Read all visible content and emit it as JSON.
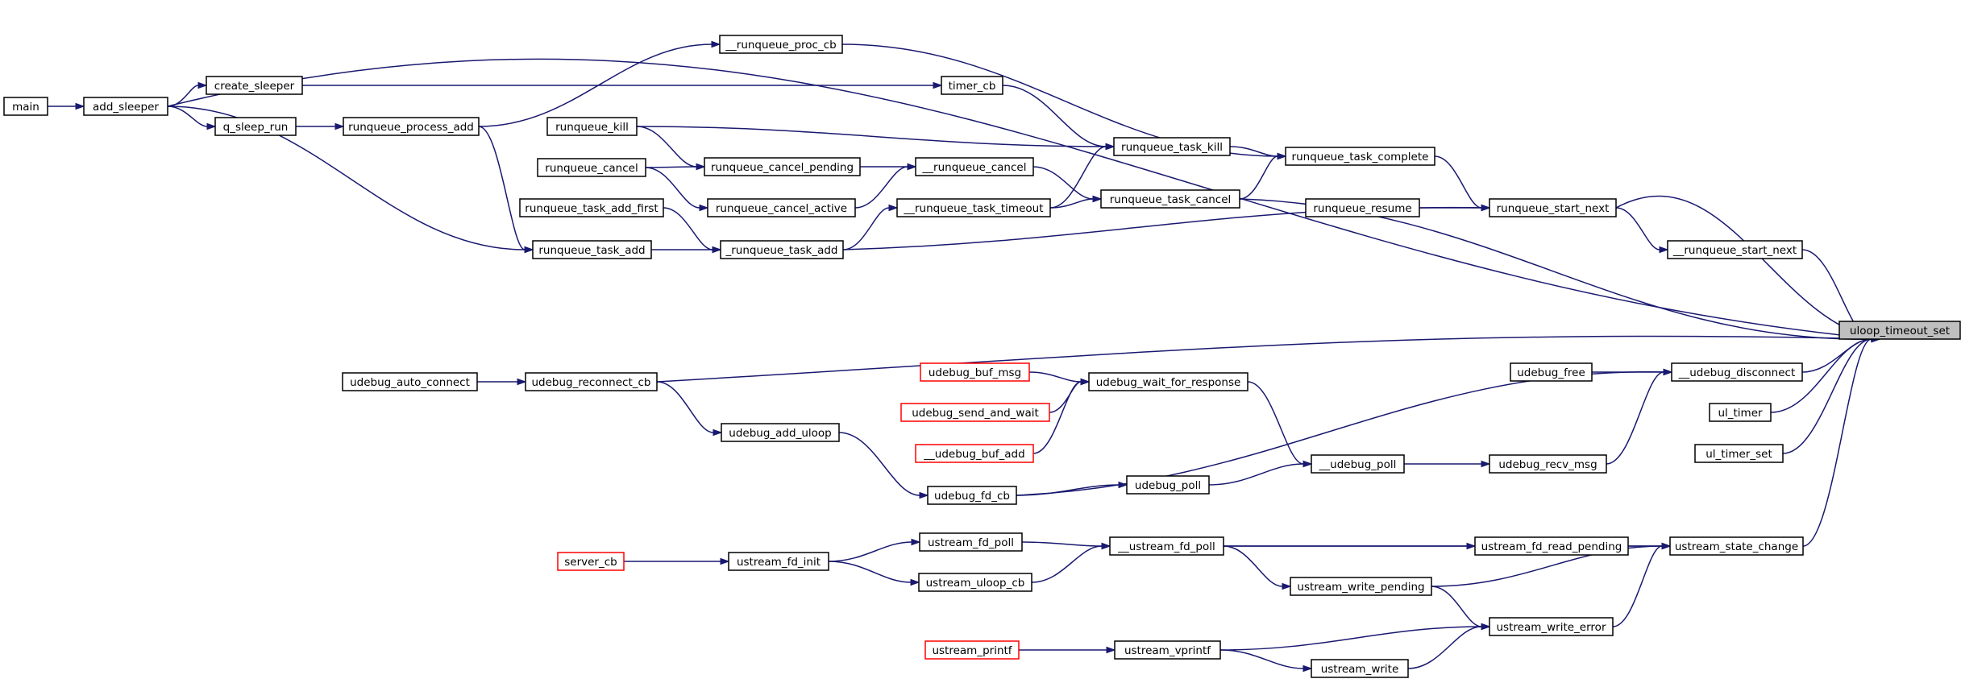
{
  "diagram": {
    "type": "call-graph",
    "target": "uloop_timeout_set",
    "colors": {
      "edge": "#191970",
      "node_border": "#000000",
      "node_truncated_border": "#ff0000",
      "target_fill": "#bfbfbf"
    },
    "nodes": [
      {
        "id": "main",
        "label": "main",
        "style": "normal"
      },
      {
        "id": "add_sleeper",
        "label": "add_sleeper",
        "style": "normal"
      },
      {
        "id": "create_sleeper",
        "label": "create_sleeper",
        "style": "normal"
      },
      {
        "id": "q_sleep_run",
        "label": "q_sleep_run",
        "style": "normal"
      },
      {
        "id": "runqueue_process_add",
        "label": "runqueue_process_add",
        "style": "normal"
      },
      {
        "id": "__runqueue_proc_cb",
        "label": "__runqueue_proc_cb",
        "style": "normal"
      },
      {
        "id": "runqueue_kill",
        "label": "runqueue_kill",
        "style": "normal"
      },
      {
        "id": "runqueue_cancel",
        "label": "runqueue_cancel",
        "style": "normal"
      },
      {
        "id": "runqueue_task_add_first",
        "label": "runqueue_task_add_first",
        "style": "normal"
      },
      {
        "id": "runqueue_task_add",
        "label": "runqueue_task_add",
        "style": "normal"
      },
      {
        "id": "runqueue_cancel_pending",
        "label": "runqueue_cancel_pending",
        "style": "normal"
      },
      {
        "id": "runqueue_cancel_active",
        "label": "runqueue_cancel_active",
        "style": "normal"
      },
      {
        "id": "_runqueue_task_add",
        "label": "_runqueue_task_add",
        "style": "normal"
      },
      {
        "id": "timer_cb",
        "label": "timer_cb",
        "style": "normal"
      },
      {
        "id": "__runqueue_cancel",
        "label": "__runqueue_cancel",
        "style": "normal"
      },
      {
        "id": "__runqueue_task_timeout",
        "label": "__runqueue_task_timeout",
        "style": "normal"
      },
      {
        "id": "runqueue_task_kill",
        "label": "runqueue_task_kill",
        "style": "normal"
      },
      {
        "id": "runqueue_task_cancel",
        "label": "runqueue_task_cancel",
        "style": "normal"
      },
      {
        "id": "runqueue_task_complete",
        "label": "runqueue_task_complete",
        "style": "normal"
      },
      {
        "id": "runqueue_resume",
        "label": "runqueue_resume",
        "style": "normal"
      },
      {
        "id": "runqueue_start_next",
        "label": "runqueue_start_next",
        "style": "normal"
      },
      {
        "id": "__runqueue_start_next",
        "label": "__runqueue_start_next",
        "style": "normal"
      },
      {
        "id": "uloop_timeout_set",
        "label": "uloop_timeout_set",
        "style": "target"
      },
      {
        "id": "udebug_auto_connect",
        "label": "udebug_auto_connect",
        "style": "normal"
      },
      {
        "id": "udebug_reconnect_cb",
        "label": "udebug_reconnect_cb",
        "style": "normal"
      },
      {
        "id": "udebug_buf_msg",
        "label": "udebug_buf_msg",
        "style": "red"
      },
      {
        "id": "udebug_send_and_wait",
        "label": "udebug_send_and_wait",
        "style": "red"
      },
      {
        "id": "__udebug_buf_add",
        "label": "__udebug_buf_add",
        "style": "red"
      },
      {
        "id": "udebug_wait_for_response",
        "label": "udebug_wait_for_response",
        "style": "normal"
      },
      {
        "id": "udebug_add_uloop",
        "label": "udebug_add_uloop",
        "style": "normal"
      },
      {
        "id": "udebug_fd_cb",
        "label": "udebug_fd_cb",
        "style": "normal"
      },
      {
        "id": "udebug_poll",
        "label": "udebug_poll",
        "style": "normal"
      },
      {
        "id": "__udebug_poll",
        "label": "__udebug_poll",
        "style": "normal"
      },
      {
        "id": "udebug_recv_msg",
        "label": "udebug_recv_msg",
        "style": "normal"
      },
      {
        "id": "udebug_free",
        "label": "udebug_free",
        "style": "normal"
      },
      {
        "id": "__udebug_disconnect",
        "label": "__udebug_disconnect",
        "style": "normal"
      },
      {
        "id": "ul_timer",
        "label": "ul_timer",
        "style": "normal"
      },
      {
        "id": "ul_timer_set",
        "label": "ul_timer_set",
        "style": "normal"
      },
      {
        "id": "server_cb",
        "label": "server_cb",
        "style": "red"
      },
      {
        "id": "ustream_fd_init",
        "label": "ustream_fd_init",
        "style": "normal"
      },
      {
        "id": "ustream_fd_poll",
        "label": "ustream_fd_poll",
        "style": "normal"
      },
      {
        "id": "ustream_uloop_cb",
        "label": "ustream_uloop_cb",
        "style": "normal"
      },
      {
        "id": "__ustream_fd_poll",
        "label": "__ustream_fd_poll",
        "style": "normal"
      },
      {
        "id": "ustream_fd_read_pending",
        "label": "ustream_fd_read_pending",
        "style": "normal"
      },
      {
        "id": "ustream_write_pending",
        "label": "ustream_write_pending",
        "style": "normal"
      },
      {
        "id": "ustream_state_change",
        "label": "ustream_state_change",
        "style": "normal"
      },
      {
        "id": "ustream_printf",
        "label": "ustream_printf",
        "style": "red"
      },
      {
        "id": "ustream_vprintf",
        "label": "ustream_vprintf",
        "style": "normal"
      },
      {
        "id": "ustream_write",
        "label": "ustream_write",
        "style": "normal"
      },
      {
        "id": "ustream_write_error",
        "label": "ustream_write_error",
        "style": "normal"
      }
    ],
    "edges": [
      [
        "main",
        "add_sleeper"
      ],
      [
        "add_sleeper",
        "uloop_timeout_set"
      ],
      [
        "add_sleeper",
        "create_sleeper"
      ],
      [
        "add_sleeper",
        "q_sleep_run"
      ],
      [
        "add_sleeper",
        "runqueue_task_add"
      ],
      [
        "create_sleeper",
        "timer_cb"
      ],
      [
        "q_sleep_run",
        "runqueue_process_add"
      ],
      [
        "runqueue_process_add",
        "__runqueue_proc_cb"
      ],
      [
        "runqueue_process_add",
        "runqueue_task_add"
      ],
      [
        "__runqueue_proc_cb",
        "runqueue_task_complete"
      ],
      [
        "timer_cb",
        "runqueue_task_kill"
      ],
      [
        "runqueue_kill",
        "runqueue_task_kill"
      ],
      [
        "runqueue_kill",
        "runqueue_cancel_pending"
      ],
      [
        "runqueue_cancel",
        "runqueue_cancel_pending"
      ],
      [
        "runqueue_cancel",
        "runqueue_cancel_active"
      ],
      [
        "runqueue_cancel_pending",
        "__runqueue_cancel"
      ],
      [
        "runqueue_cancel_active",
        "__runqueue_cancel"
      ],
      [
        "__runqueue_cancel",
        "runqueue_task_cancel"
      ],
      [
        "__runqueue_task_timeout",
        "runqueue_task_kill"
      ],
      [
        "__runqueue_task_timeout",
        "runqueue_task_cancel"
      ],
      [
        "runqueue_task_add_first",
        "_runqueue_task_add"
      ],
      [
        "runqueue_task_add",
        "_runqueue_task_add"
      ],
      [
        "_runqueue_task_add",
        "__runqueue_task_timeout"
      ],
      [
        "_runqueue_task_add",
        "runqueue_start_next"
      ],
      [
        "runqueue_task_kill",
        "runqueue_task_complete"
      ],
      [
        "runqueue_task_cancel",
        "runqueue_task_complete"
      ],
      [
        "runqueue_task_cancel",
        "uloop_timeout_set"
      ],
      [
        "runqueue_task_complete",
        "runqueue_start_next"
      ],
      [
        "runqueue_resume",
        "runqueue_start_next"
      ],
      [
        "runqueue_start_next",
        "uloop_timeout_set"
      ],
      [
        "runqueue_start_next",
        "__runqueue_start_next"
      ],
      [
        "__runqueue_start_next",
        "uloop_timeout_set"
      ],
      [
        "udebug_auto_connect",
        "udebug_reconnect_cb"
      ],
      [
        "udebug_reconnect_cb",
        "uloop_timeout_set"
      ],
      [
        "udebug_reconnect_cb",
        "udebug_add_uloop"
      ],
      [
        "udebug_add_uloop",
        "udebug_fd_cb"
      ],
      [
        "udebug_buf_msg",
        "udebug_wait_for_response"
      ],
      [
        "udebug_send_and_wait",
        "udebug_wait_for_response"
      ],
      [
        "__udebug_buf_add",
        "udebug_wait_for_response"
      ],
      [
        "udebug_wait_for_response",
        "__udebug_poll"
      ],
      [
        "udebug_fd_cb",
        "__udebug_disconnect"
      ],
      [
        "udebug_fd_cb",
        "udebug_poll"
      ],
      [
        "udebug_poll",
        "__udebug_poll"
      ],
      [
        "__udebug_poll",
        "udebug_recv_msg"
      ],
      [
        "udebug_recv_msg",
        "__udebug_disconnect"
      ],
      [
        "udebug_free",
        "__udebug_disconnect"
      ],
      [
        "__udebug_disconnect",
        "uloop_timeout_set"
      ],
      [
        "ul_timer",
        "uloop_timeout_set"
      ],
      [
        "ul_timer_set",
        "uloop_timeout_set"
      ],
      [
        "server_cb",
        "ustream_fd_init"
      ],
      [
        "ustream_fd_init",
        "ustream_fd_poll"
      ],
      [
        "ustream_fd_init",
        "ustream_uloop_cb"
      ],
      [
        "ustream_fd_poll",
        "__ustream_fd_poll"
      ],
      [
        "ustream_uloop_cb",
        "__ustream_fd_poll"
      ],
      [
        "__ustream_fd_poll",
        "ustream_state_change"
      ],
      [
        "__ustream_fd_poll",
        "ustream_fd_read_pending"
      ],
      [
        "__ustream_fd_poll",
        "ustream_write_pending"
      ],
      [
        "ustream_fd_read_pending",
        "ustream_state_change"
      ],
      [
        "ustream_write_pending",
        "ustream_state_change"
      ],
      [
        "ustream_write_pending",
        "ustream_write_error"
      ],
      [
        "ustream_printf",
        "ustream_vprintf"
      ],
      [
        "ustream_vprintf",
        "ustream_write_error"
      ],
      [
        "ustream_vprintf",
        "ustream_write"
      ],
      [
        "ustream_write",
        "ustream_write_error"
      ],
      [
        "ustream_write_error",
        "ustream_state_change"
      ],
      [
        "ustream_state_change",
        "uloop_timeout_set"
      ]
    ]
  }
}
